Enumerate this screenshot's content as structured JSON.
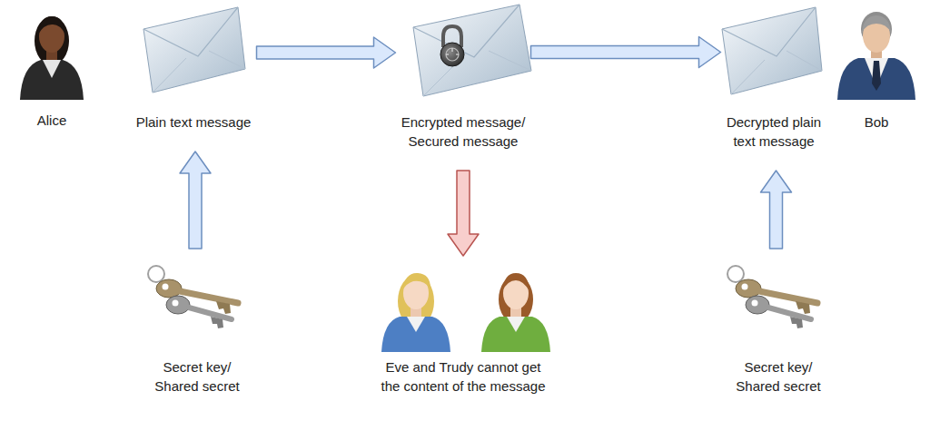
{
  "diagram": {
    "nodes": [
      {
        "text": [
          "Alice"
        ]
      },
      {
        "text": [
          "Plain text message"
        ]
      },
      {
        "text": [
          "Encrypted message/ Secured message"
        ]
      },
      {
        "text": [
          "Decrypted plain text message"
        ]
      },
      {
        "text": [
          "Bob"
        ]
      },
      {
        "text": [
          "Secret key/ Shared secret"
        ]
      },
      {
        "text": [
          "Eve and Trudy cannot get the content of the message"
        ]
      },
      {
        "text": [
          "Secret key/ Shared secret"
        ]
      }
    ],
    "edges": [
      {
        "from": 1,
        "to": 2,
        "arrow": "to"
      },
      {
        "from": 2,
        "to": 3,
        "arrow": "to"
      },
      {
        "from": 5,
        "to": 1,
        "arrow": "to"
      },
      {
        "from": 2,
        "to": 6,
        "arrow": "to"
      },
      {
        "from": 7,
        "to": 3,
        "arrow": "to"
      }
    ]
  }
}
